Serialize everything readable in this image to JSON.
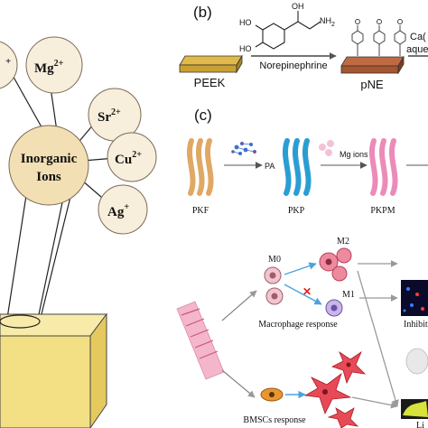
{
  "panel_b": {
    "label": "(b)",
    "chem": {
      "ho1": "HO",
      "ho2": "HO",
      "oh": "OH",
      "nh2": "NH",
      "sub2": "2"
    },
    "reagent": "Norepinephrine",
    "peek": "PEEK",
    "pne": "pNE",
    "next_reagent_line1": "Ca(",
    "next_reagent_line2": "aqueo"
  },
  "panel_a": {
    "center_line1": "Inorganic",
    "center_line2": "Ions",
    "ions": [
      {
        "base": "Mg",
        "sup": "2+"
      },
      {
        "base": "Sr",
        "sup": "2+"
      },
      {
        "base": "Cu",
        "sup": "2+"
      },
      {
        "base": "Ag",
        "sup": "+"
      }
    ],
    "partial_ion_sup": "+"
  },
  "panel_c": {
    "label": "(c)",
    "pa": "PA",
    "mg": "Mg ions",
    "pkf": "PKF",
    "pkp": "PKP",
    "pkpm": "PKPM",
    "m0": "M0",
    "m2": "M2",
    "m1": "M1",
    "macrophage": "Macrophage response",
    "bmsc": "BMSCs response",
    "inhibit": "Inhibit",
    "lig": "Li"
  },
  "colors": {
    "circle_fill": "#f7eedb",
    "circle_stroke": "#7a6a55",
    "block": "#f3df84",
    "peek": "#caa033",
    "pne": "#a55531",
    "pkf": "#e0a865",
    "pkp": "#2a9ed3",
    "pkpm": "#ec8bb8",
    "arrow": "#777777"
  }
}
